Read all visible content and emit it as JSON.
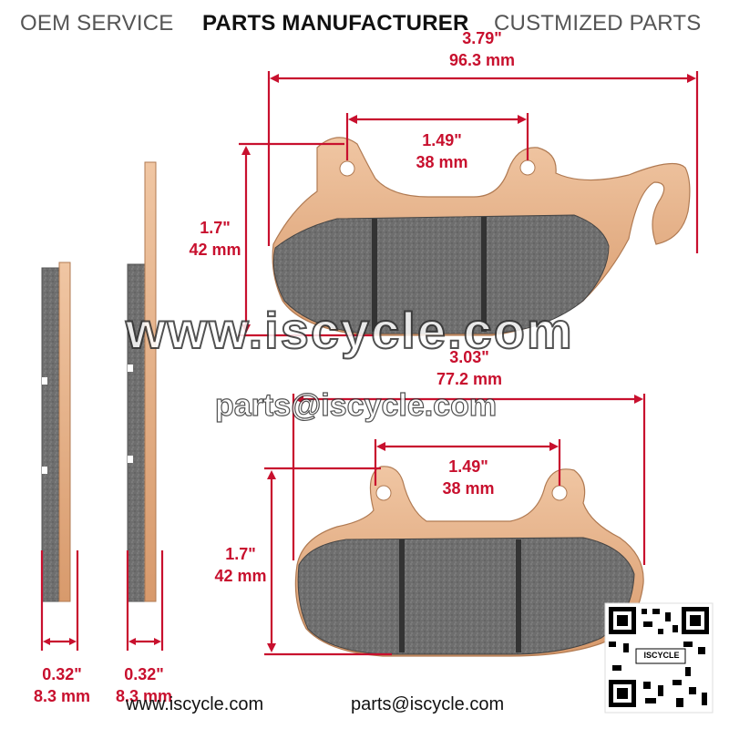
{
  "header": {
    "oem": "OEM SERVICE",
    "manufacturer": "PARTS MANUFACTURER",
    "custom": "CUSTMIZED PARTS"
  },
  "dimensions": {
    "top_width_in": "3.79\"",
    "top_width_mm": "96.3 mm",
    "top_hole_in": "1.49\"",
    "top_hole_mm": "38 mm",
    "top_height_in": "1.7\"",
    "top_height_mm": "42 mm",
    "bottom_width_in": "3.03\"",
    "bottom_width_mm": "77.2 mm",
    "bottom_hole_in": "1.49\"",
    "bottom_hole_mm": "38 mm",
    "bottom_height_in": "1.7\"",
    "bottom_height_mm": "42 mm",
    "thickness_left_in": "0.32\"",
    "thickness_left_mm": "8.3 mm",
    "thickness_right_in": "0.32\"",
    "thickness_right_mm": "8.3 mm"
  },
  "watermark": {
    "site": "www.iscycle.com",
    "email": "parts@iscycle.com"
  },
  "footer": {
    "site": "www.iscycle.com",
    "email": "parts@iscycle.com"
  },
  "qr": {
    "label": "ISCYCLE"
  },
  "colors": {
    "dimension_red": "#c8102e",
    "backing_plate": "#e0a77f",
    "friction_pad": "#6e6e6e"
  }
}
